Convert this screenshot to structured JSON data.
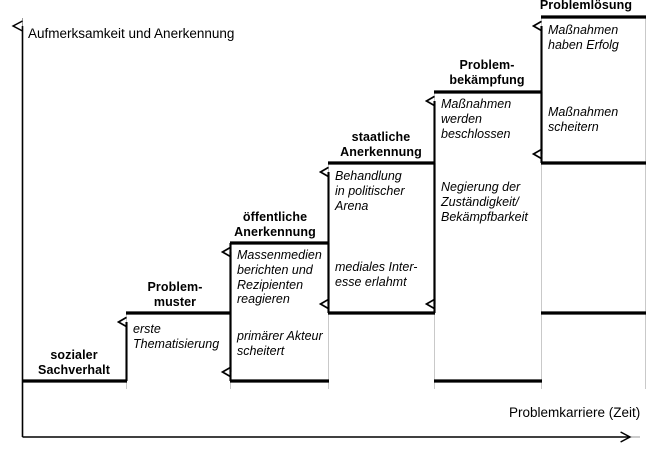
{
  "figure": {
    "type": "step-diagram",
    "background_color": "#ffffff",
    "line_color": "#000000",
    "guide_color": "#c9c9c9"
  },
  "axes": {
    "y_label": "Aufmerksamkeit und Anerkennung",
    "x_label": "Problemkarriere (Zeit)"
  },
  "stages": [
    {
      "id": "sozialer-sachverhalt",
      "label": "sozialer\nSachverhalt",
      "level": 0
    },
    {
      "id": "problemmuster",
      "label": "Problem-\nmuster",
      "level": 1
    },
    {
      "id": "oeffentliche-anerkennung",
      "label": "öffentliche\nAnerkennung",
      "level": 2
    },
    {
      "id": "staatliche-anerkennung",
      "label": "staatliche\nAnerkennung",
      "level": 3
    },
    {
      "id": "problembekaempfung",
      "label": "Problem-\nbekämpfung",
      "level": 4
    },
    {
      "id": "problemloesung",
      "label": "Problemlösung",
      "level": 5
    }
  ],
  "transitions": {
    "up": [
      {
        "id": "erste-thematisierung",
        "label": "erste\nThematisierung"
      },
      {
        "id": "massenmedien",
        "label": "Massenmedien\nberichten und\nRezipienten\nreagieren"
      },
      {
        "id": "behandlung-arena",
        "label": "Behandlung\nin politischer\nArena"
      },
      {
        "id": "massnahmen-beschlossen",
        "label": "Maßnahmen\nwerden\nbeschlossen"
      },
      {
        "id": "massnahmen-erfolg",
        "label": "Maßnahmen\nhaben Erfolg"
      }
    ],
    "down": [
      {
        "id": "primaerer-akteur-scheitert",
        "label": "primärer Akteur\nscheitert"
      },
      {
        "id": "mediales-interesse",
        "label": "mediales Inter-\nesse erlahmt"
      },
      {
        "id": "negierung",
        "label": "Negierung der\nZuständigkeit/\nBekämpfbarkeit"
      },
      {
        "id": "massnahmen-scheitern",
        "label": "Maßnahmen\nscheitern"
      }
    ]
  }
}
